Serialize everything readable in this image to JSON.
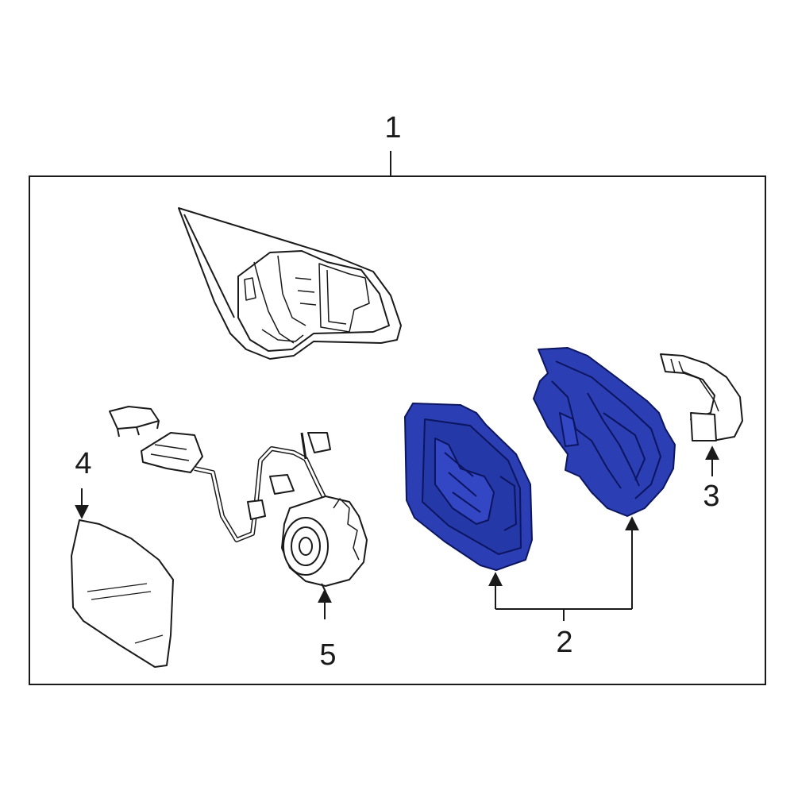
{
  "diagram": {
    "callouts": [
      {
        "id": "1",
        "label": "1"
      },
      {
        "id": "2",
        "label": "2"
      },
      {
        "id": "3",
        "label": "3"
      },
      {
        "id": "4",
        "label": "4"
      },
      {
        "id": "5",
        "label": "5"
      }
    ],
    "colors": {
      "line": "#1a1a1a",
      "background": "#ffffff",
      "highlight_fill": "#2b3eb4",
      "highlight_stroke": "#0c1560"
    },
    "highlighted_parts": [
      "2"
    ]
  }
}
